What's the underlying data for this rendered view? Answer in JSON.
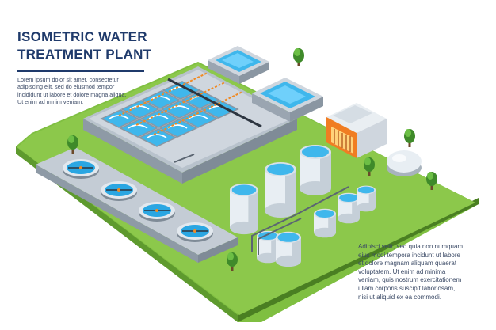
{
  "title": {
    "line1": "ISOMETRIC WATER",
    "line2": "TREATMENT PLANT"
  },
  "intro_text": [
    "Lorem ipsum dolor sit amet, consectetur",
    "adipiscing elit, sed do eiusmod tempor",
    "incididunt ut labore et dolore magna aliqua.",
    "Ut enim ad minim veniam."
  ],
  "body_text": [
    "Adipisci velit, sed quia non numquam",
    "eius modi tempora incidunt ut labore",
    "et dolore magnam aliquam quaerat",
    "voluptatem. Ut enim ad minima",
    "veniam, quis nostrum exercitationem",
    "ullam corporis suscipit laboriosam,",
    "nisi ut aliquid ex ea commodi."
  ],
  "colors": {
    "title": "#1f3a6b",
    "text": "#3b4a66",
    "grass_top": "#8cc84b",
    "grass_side": "#5e9a2e",
    "grass_front": "#4a7f22",
    "concrete": "#cfd6de",
    "concrete_dark": "#9aa5b1",
    "water": "#3fb7ec",
    "water_light": "#8fdcff",
    "pipe_orange": "#f08a24",
    "tank": "#e8eef3",
    "tank_shade": "#b9c4ce",
    "building_orange": "#f07d22"
  }
}
